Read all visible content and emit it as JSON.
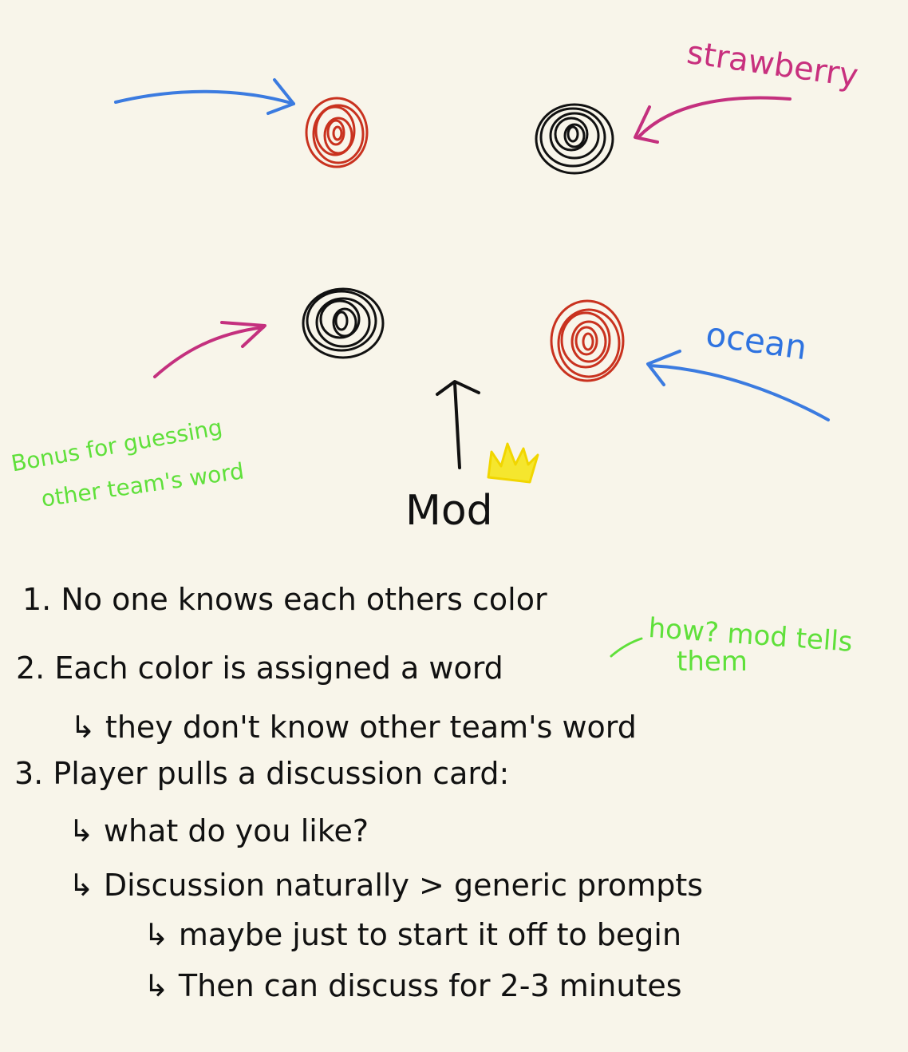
{
  "colors": {
    "background": "#f8f5ea",
    "red_dot": "#c9321f",
    "black_dot": "#111111",
    "blue_arrow": "#3b7be0",
    "pink_arrow": "#c4307e",
    "green_note": "#5fe03a",
    "crown": "#f5e62e"
  },
  "labels": {
    "strawberry": "strawberry",
    "ocean": "ocean",
    "mod": "Mod",
    "bonus_line1": "Bonus for guessing",
    "bonus_line2": "other team's word",
    "how_line1": "how? mod tells",
    "how_line2": "them"
  },
  "icons": {
    "moderator": "crown-icon",
    "player_token": "scribbled-dot"
  },
  "rules": [
    {
      "text": "1. No one knows each others color"
    },
    {
      "text": "2. Each color is assigned a word"
    },
    {
      "text": "↳ they don't know other team's word"
    },
    {
      "text": "3. Player pulls a discussion card:"
    },
    {
      "text": "↳ what do you like?"
    },
    {
      "text": "↳ Discussion naturally > generic prompts"
    },
    {
      "text": "↳ maybe just to start it off to begin"
    },
    {
      "text": "↳ Then can discuss for 2-3 minutes"
    }
  ]
}
